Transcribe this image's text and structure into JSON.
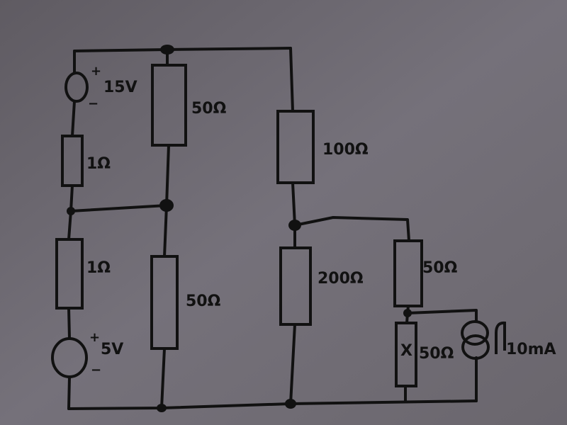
{
  "diagram": {
    "components": [
      {
        "id": "vsrc-top",
        "type": "voltage-source",
        "value": "15V",
        "plus": "+",
        "minus": "−"
      },
      {
        "id": "r-1a",
        "type": "resistor",
        "value": "1Ω"
      },
      {
        "id": "r-50-top",
        "type": "resistor",
        "value": "50Ω"
      },
      {
        "id": "r-100",
        "type": "resistor",
        "value": "100Ω"
      },
      {
        "id": "r-1b",
        "type": "resistor",
        "value": "1Ω"
      },
      {
        "id": "vsrc-bottom",
        "type": "voltage-source",
        "value": "5V",
        "plus": "+",
        "minus": "−"
      },
      {
        "id": "r-50-bottom",
        "type": "resistor",
        "value": "50Ω"
      },
      {
        "id": "r-200",
        "type": "resistor",
        "value": "200Ω"
      },
      {
        "id": "r-50-right",
        "type": "resistor",
        "value": "50Ω"
      },
      {
        "id": "r-x",
        "type": "resistor",
        "value": "50Ω",
        "mark": "X"
      },
      {
        "id": "isrc",
        "type": "current-source",
        "value": "10mA"
      }
    ]
  }
}
